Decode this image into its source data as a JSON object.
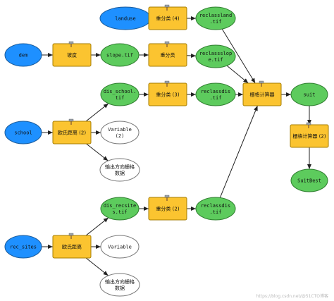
{
  "colors": {
    "input": "#1e90ff",
    "tool": "#fbc430",
    "output": "#5dcb5d",
    "unlinked": "#ffffff",
    "edge": "#222222",
    "input_stroke": "#1a5a9a",
    "tool_stroke": "#a67c00",
    "output_stroke": "#2e7d2e",
    "unlinked_stroke": "#777777"
  },
  "nodes": {
    "landuse": {
      "label": [
        "landuse"
      ]
    },
    "reclass4": {
      "label": [
        "重分类 (4)"
      ]
    },
    "reclassland": {
      "label": [
        "reclassland",
        ".tif"
      ]
    },
    "dem": {
      "label": [
        "dem"
      ]
    },
    "slope_tool": {
      "label": [
        "坡度"
      ]
    },
    "slope_tif": {
      "label": [
        "slope.tif"
      ]
    },
    "reclass": {
      "label": [
        "重分类"
      ]
    },
    "reclassslope": {
      "label": [
        "reclassslop",
        "e.tif"
      ]
    },
    "dis_school": {
      "label": [
        "dis_school.",
        "tif"
      ]
    },
    "reclass3": {
      "label": [
        "重分类 (3)"
      ]
    },
    "reclassdis": {
      "label": [
        "reclassdis",
        ".tif"
      ]
    },
    "raster_calc": {
      "label": [
        "栅格计算器"
      ]
    },
    "suit": {
      "label": [
        "suit"
      ]
    },
    "school": {
      "label": [
        "school"
      ]
    },
    "euclid2": {
      "label": [
        "欧氏距离 (2)"
      ]
    },
    "variable2": {
      "label": [
        "Variable",
        "(2)"
      ]
    },
    "raster_calc2": {
      "label": [
        "栅格计算器 (2)"
      ]
    },
    "out_dir2": {
      "label": [
        "输出方向栅格",
        "数据"
      ]
    },
    "suitbest": {
      "label": [
        "SuitBest"
      ]
    },
    "dis_recsite": {
      "label": [
        "dis_recsite",
        "s.tif"
      ]
    },
    "reclass2": {
      "label": [
        "重分类 (2)"
      ]
    },
    "reclassdis2": {
      "label": [
        "reclassdis",
        ".tif"
      ]
    },
    "rec_sites": {
      "label": [
        "rec_sites"
      ]
    },
    "euclid": {
      "label": [
        "欧氏距离"
      ]
    },
    "variable": {
      "label": [
        "Variable"
      ]
    },
    "out_dir": {
      "label": [
        "输出方向栅格",
        "数据"
      ]
    }
  },
  "edges": [
    [
      "landuse",
      "reclass4"
    ],
    [
      "reclass4",
      "reclassland"
    ],
    [
      "reclassland",
      "raster_calc"
    ],
    [
      "dem",
      "slope_tool"
    ],
    [
      "slope_tool",
      "slope_tif"
    ],
    [
      "slope_tif",
      "reclass"
    ],
    [
      "reclass",
      "reclassslope"
    ],
    [
      "reclassslope",
      "raster_calc"
    ],
    [
      "school",
      "euclid2"
    ],
    [
      "euclid2",
      "dis_school"
    ],
    [
      "euclid2",
      "variable2"
    ],
    [
      "euclid2",
      "out_dir2"
    ],
    [
      "dis_school",
      "reclass3"
    ],
    [
      "reclass3",
      "reclassdis"
    ],
    [
      "reclassdis",
      "raster_calc"
    ],
    [
      "raster_calc",
      "suit"
    ],
    [
      "suit",
      "raster_calc2"
    ],
    [
      "raster_calc2",
      "suitbest"
    ],
    [
      "rec_sites",
      "euclid"
    ],
    [
      "euclid",
      "dis_recsite"
    ],
    [
      "euclid",
      "variable"
    ],
    [
      "euclid",
      "out_dir"
    ],
    [
      "dis_recsite",
      "reclass2"
    ],
    [
      "reclass2",
      "reclassdis2"
    ],
    [
      "reclassdis2",
      "raster_calc"
    ]
  ],
  "watermark": "https://blog.csdn.net/@51CTO博客"
}
